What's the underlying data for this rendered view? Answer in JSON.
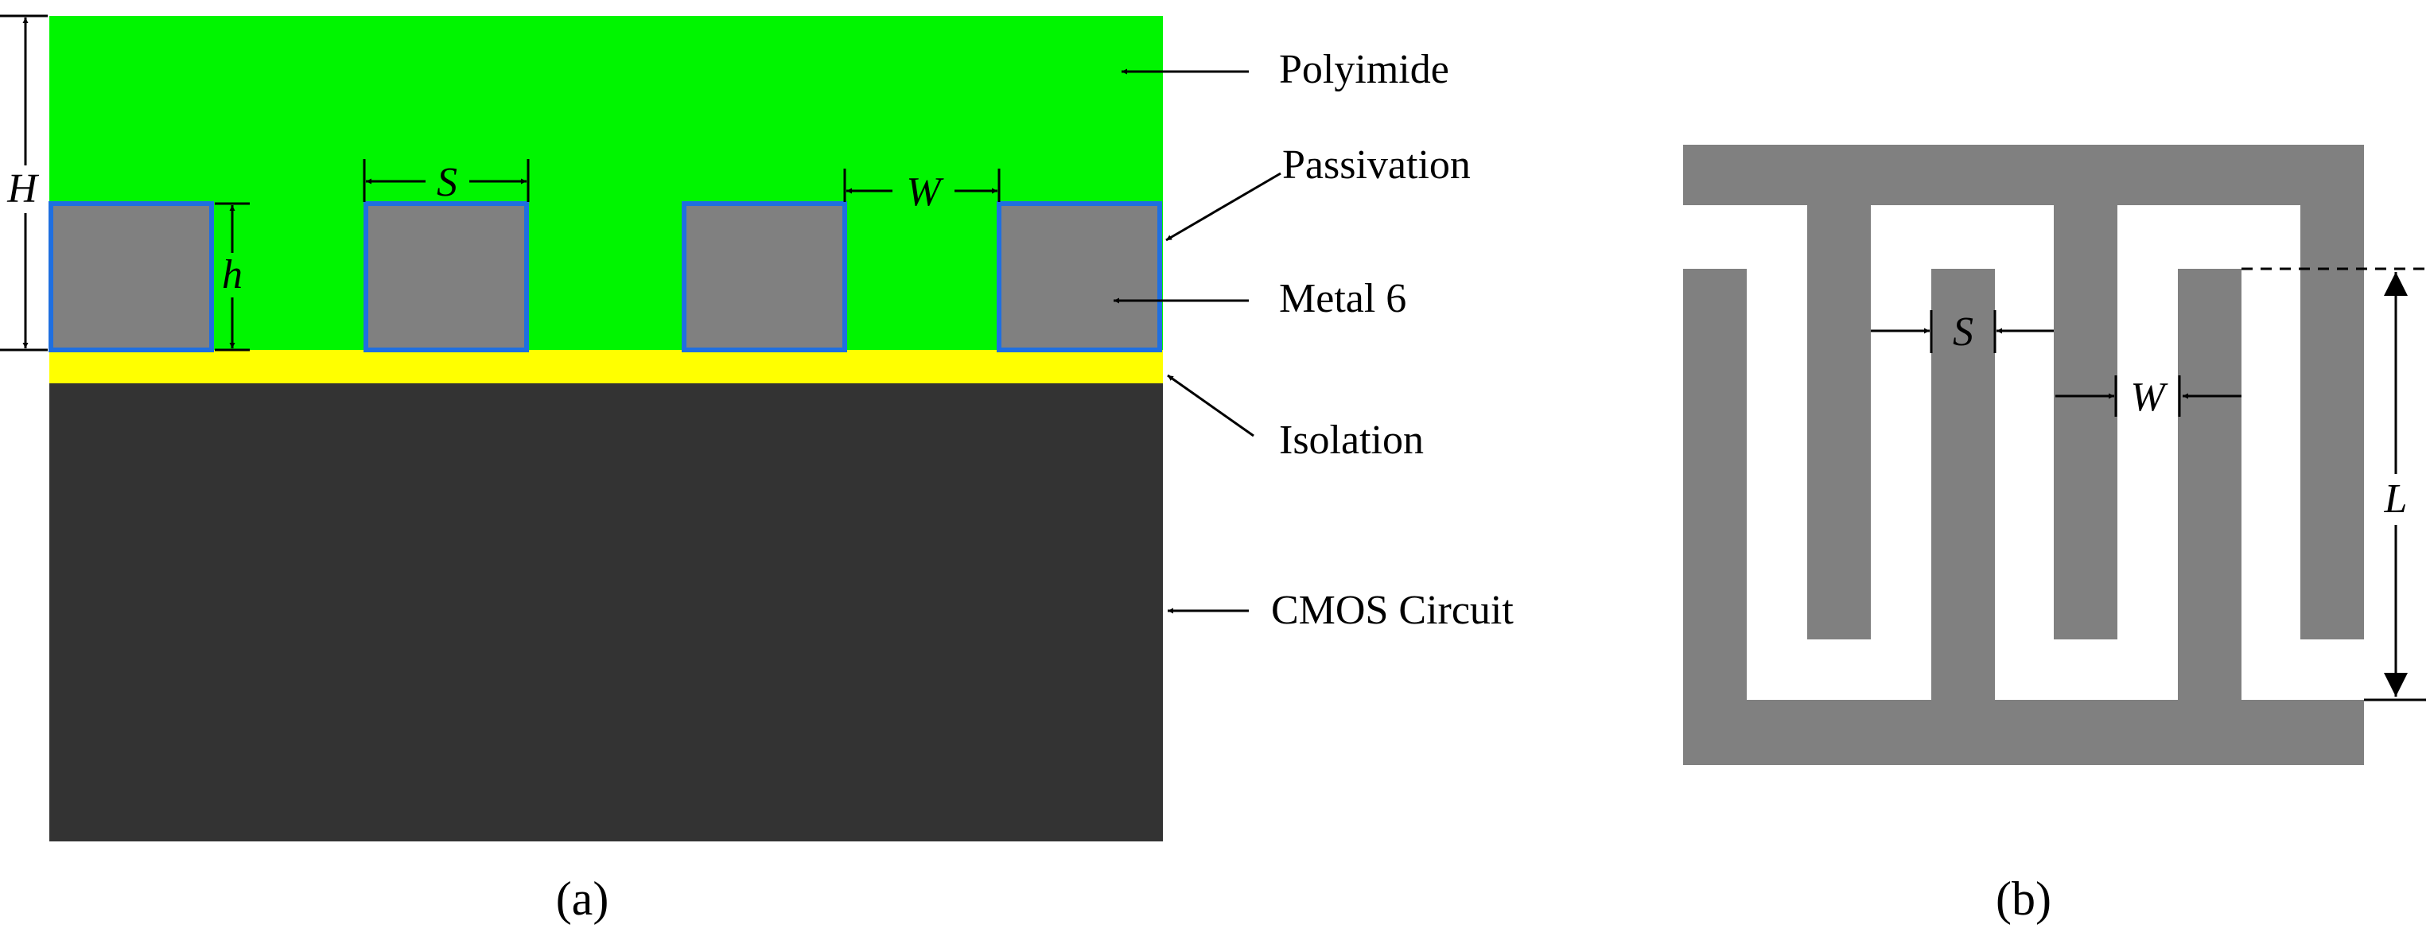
{
  "panel_a": {
    "caption": "(a)",
    "layers": {
      "polyimide": "Polyimide",
      "passivation": "Passivation",
      "metal": "Metal 6",
      "isolation": "Isolation",
      "cmos": "CMOS Circuit"
    },
    "dimensions": {
      "total_height": "H",
      "metal_height": "h",
      "spacing": "S",
      "width": "W"
    }
  },
  "panel_b": {
    "caption": "(b)",
    "dimensions": {
      "spacing": "S",
      "width": "W",
      "length": "L"
    }
  },
  "colors": {
    "polyimide": "#00f500",
    "metal": "#808080",
    "passivation": "#1f6fe0",
    "isolation": "#ffff00",
    "cmos": "#333333",
    "electrode": "#808080"
  }
}
